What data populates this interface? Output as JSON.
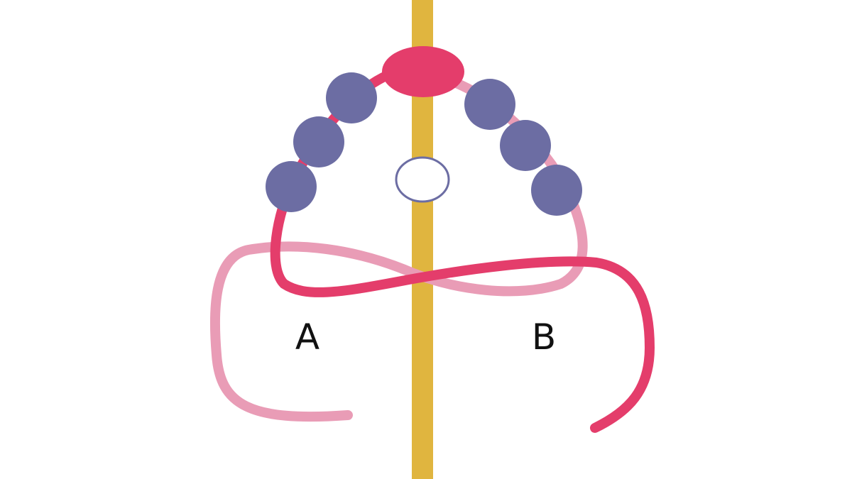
{
  "labels": {
    "left_strand": "A",
    "right_strand": "B"
  },
  "colors": {
    "background": "#ffffff",
    "core_cord": "#E0B53F",
    "strand_a": "#E99CB6",
    "strand_b": "#E43D6B",
    "center_bead": "#E43D6B",
    "seed_beads": "#6C6DA3",
    "ring_fill": "#ffffff",
    "ring_stroke": "#6C6DA3"
  },
  "elements": {
    "seed_beads_per_side": 3,
    "center_bead_count": 1,
    "open_ring_count": 1
  }
}
